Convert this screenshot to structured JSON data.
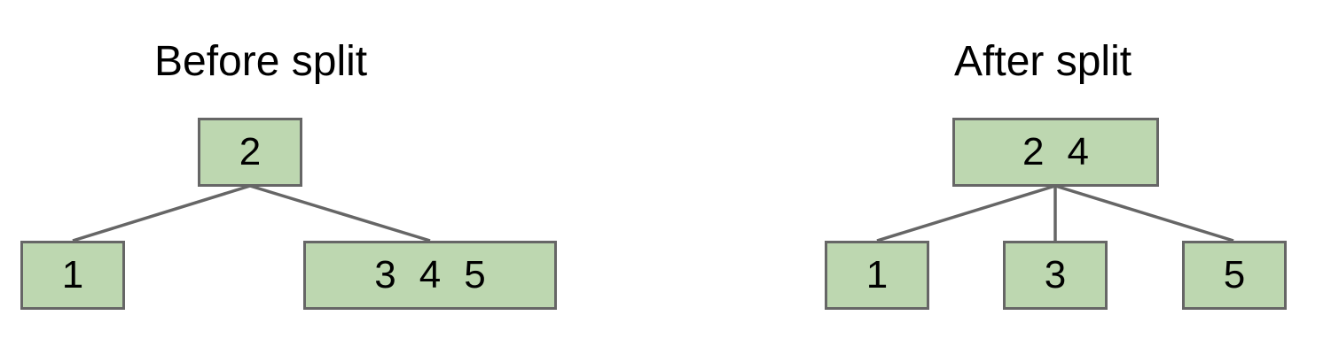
{
  "before": {
    "title": "Before split",
    "root": {
      "keys": [
        "2"
      ]
    },
    "children": [
      {
        "keys": [
          "1"
        ]
      },
      {
        "keys": [
          "3",
          "4",
          "5"
        ]
      }
    ]
  },
  "after": {
    "title": "After split",
    "root": {
      "keys": [
        "2",
        "4"
      ]
    },
    "children": [
      {
        "keys": [
          "1"
        ]
      },
      {
        "keys": [
          "3"
        ]
      },
      {
        "keys": [
          "5"
        ]
      }
    ]
  },
  "colors": {
    "node_fill": "#bdd7b0",
    "node_border": "#666666",
    "edge": "#666666"
  }
}
